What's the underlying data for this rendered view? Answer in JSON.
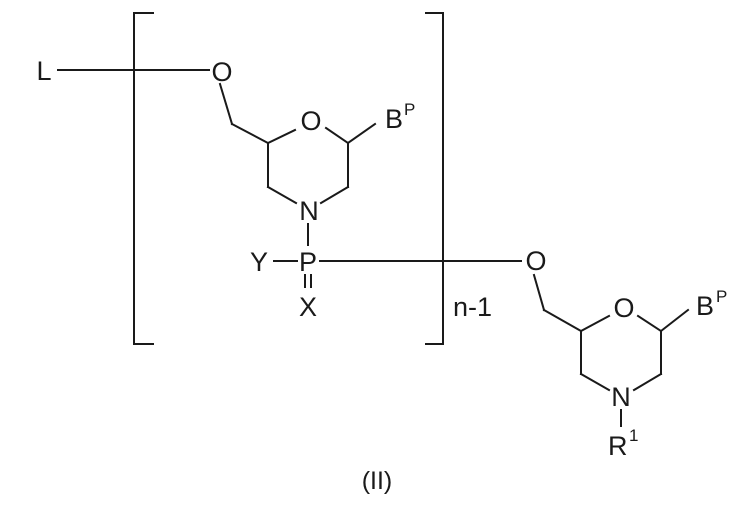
{
  "structure": {
    "linker_label": "L",
    "repeat_unit": {
      "ring_oxygen": "O",
      "linker_oxygen": "O",
      "ring_nitrogen": "N",
      "base_label": "B",
      "base_superscript": "P",
      "phosphorus": "P",
      "phosphorus_substituent": "Y",
      "phosphorus_double_bond_atom": "X"
    },
    "repeat_count": "n-1",
    "terminal_unit": {
      "linker_oxygen": "O",
      "ring_oxygen": "O",
      "ring_nitrogen": "N",
      "base_label": "B",
      "base_superscript": "P",
      "nitrogen_substituent": "R",
      "nitrogen_substituent_superscript": "1"
    },
    "formula_number": "(II)"
  }
}
